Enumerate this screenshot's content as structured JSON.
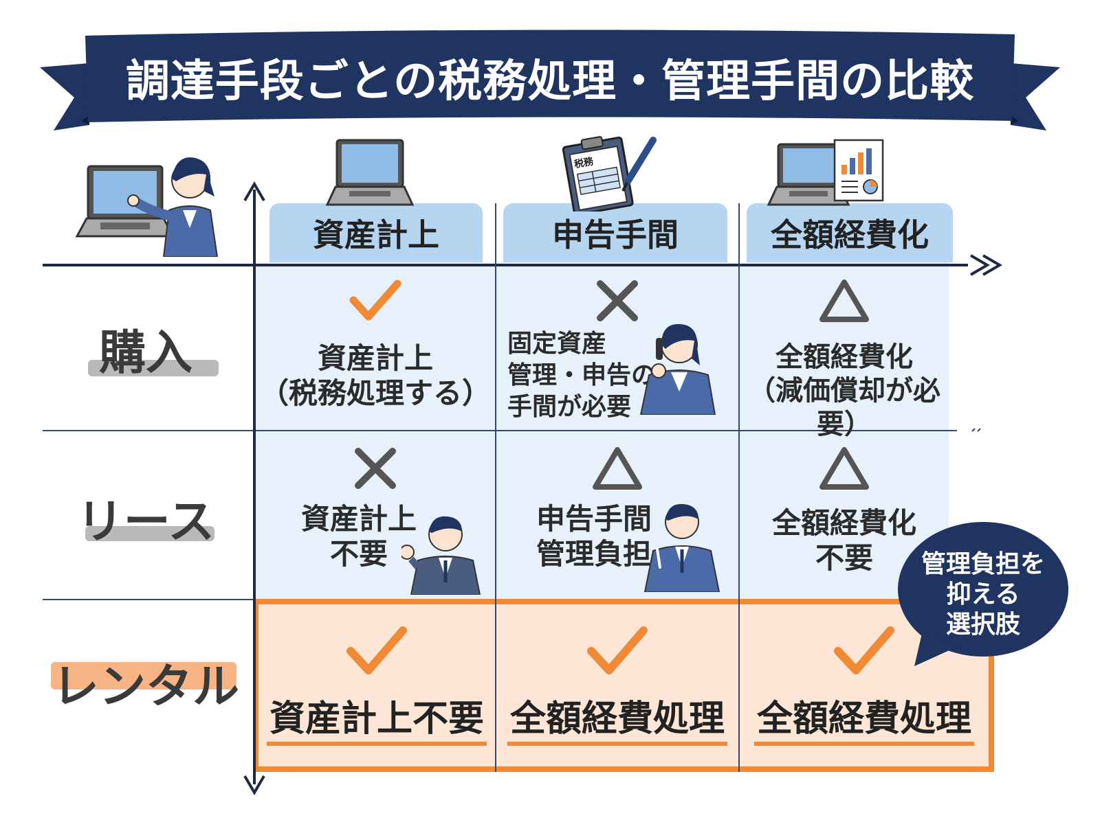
{
  "title": "調達手段ごとの税務処理・管理手間の比較",
  "columns": [
    "資産計上",
    "申告手間",
    "全額経費化"
  ],
  "rows": [
    "購入",
    "リース",
    "レンタル"
  ],
  "cells": {
    "purchase": [
      {
        "mark": "check",
        "text": "資産計上\n（税務処理する）"
      },
      {
        "mark": "cross",
        "text": "固定資産\n管理・申告の\n手間が必要"
      },
      {
        "mark": "triangle",
        "text": "全額経費化\n（減価償却が必要）"
      }
    ],
    "lease": [
      {
        "mark": "cross",
        "text": "資産計上\n不要"
      },
      {
        "mark": "triangle",
        "text": "申告手間\n管理負担"
      },
      {
        "mark": "triangle",
        "text": "全額経費化\n不要"
      }
    ],
    "rental": [
      {
        "mark": "check",
        "text": "資産計上不要"
      },
      {
        "mark": "check",
        "text": "全額経費処理"
      },
      {
        "mark": "check",
        "text": "全額経費処理"
      }
    ]
  },
  "callout": "管理負担を\n抑える\n選択肢",
  "clipboard_label": "税務",
  "colors": {
    "navy": "#1f3461",
    "orange": "#f08a36",
    "light_blue": "#e6f1fb",
    "header_blue": "#b6d5f1",
    "rental_bg": "#fde6d6"
  },
  "icons": [
    "laptop-icon",
    "clipboard-icon",
    "report-icon",
    "check-icon",
    "cross-icon",
    "triangle-icon"
  ]
}
